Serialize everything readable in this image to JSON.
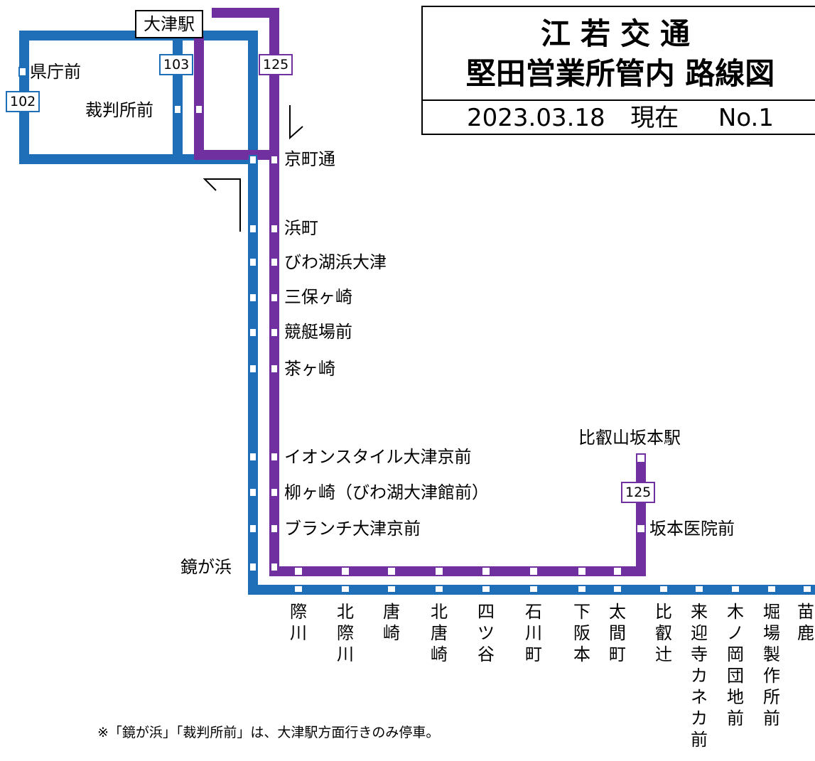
{
  "title": {
    "line1": "江若交通",
    "line2": "堅田営業所管内 路線図",
    "date": "2023.03.18",
    "status": "現在",
    "number": "No.1"
  },
  "colors": {
    "blue_route": "#1f6fb8",
    "purple_route": "#7030a0"
  },
  "terminal": "大津駅",
  "route_numbers": {
    "r102": "102",
    "r103": "103",
    "r125_top": "125",
    "r125_bottom": "125"
  },
  "stops_west": {
    "kencho": "県庁前",
    "saibansho": "裁判所前",
    "kagami": "鏡が浜"
  },
  "stops_main": [
    "京町通",
    "浜町",
    "びわ湖浜大津",
    "三保ヶ崎",
    "競艇場前",
    "茶ヶ崎",
    "イオンスタイル大津京前",
    "柳ヶ崎（びわ湖大津館前）",
    "ブランチ大津京前"
  ],
  "stops_branch": {
    "sakamoto_station": "比叡山坂本駅",
    "sakamoto_clinic": "坂本医院前"
  },
  "stops_bottom": [
    "際川",
    "北際川",
    "唐崎",
    "北唐崎",
    "四ツ谷",
    "石川町",
    "下阪本",
    "太間町",
    "比叡辻",
    "来迎寺カネカ前",
    "木ノ岡団地前",
    "堀場製作所前",
    "苗鹿"
  ],
  "note": "※「鏡が浜」「裁判所前」は、大津駅方面行きのみ停車。"
}
